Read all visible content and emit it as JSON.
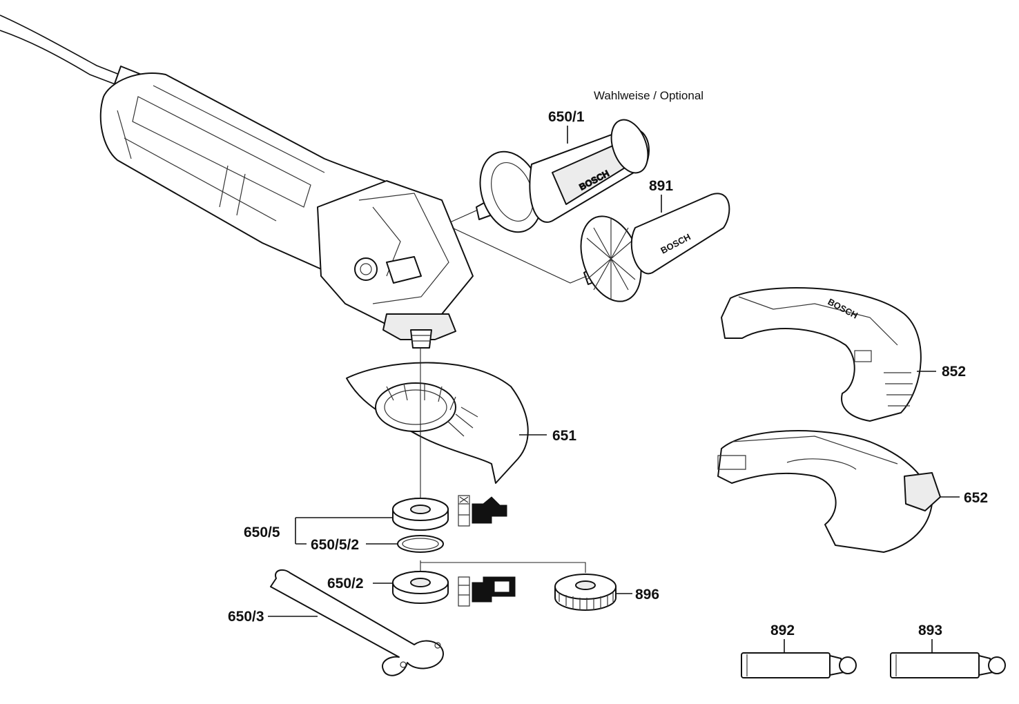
{
  "diagram": {
    "optional_note": "Wahlweise / Optional",
    "handle_brand": "BOSCH",
    "guard_brand": "BOSCH",
    "labels": {
      "p650_1": "650/1",
      "p891": "891",
      "p852": "852",
      "p651": "651",
      "p652": "652",
      "p650_5": "650/5",
      "p650_5_2": "650/5/2",
      "p650_2": "650/2",
      "p896": "896",
      "p650_3": "650/3",
      "p892": "892",
      "p893": "893"
    },
    "colors": {
      "line": "#111111",
      "background": "#ffffff"
    }
  }
}
